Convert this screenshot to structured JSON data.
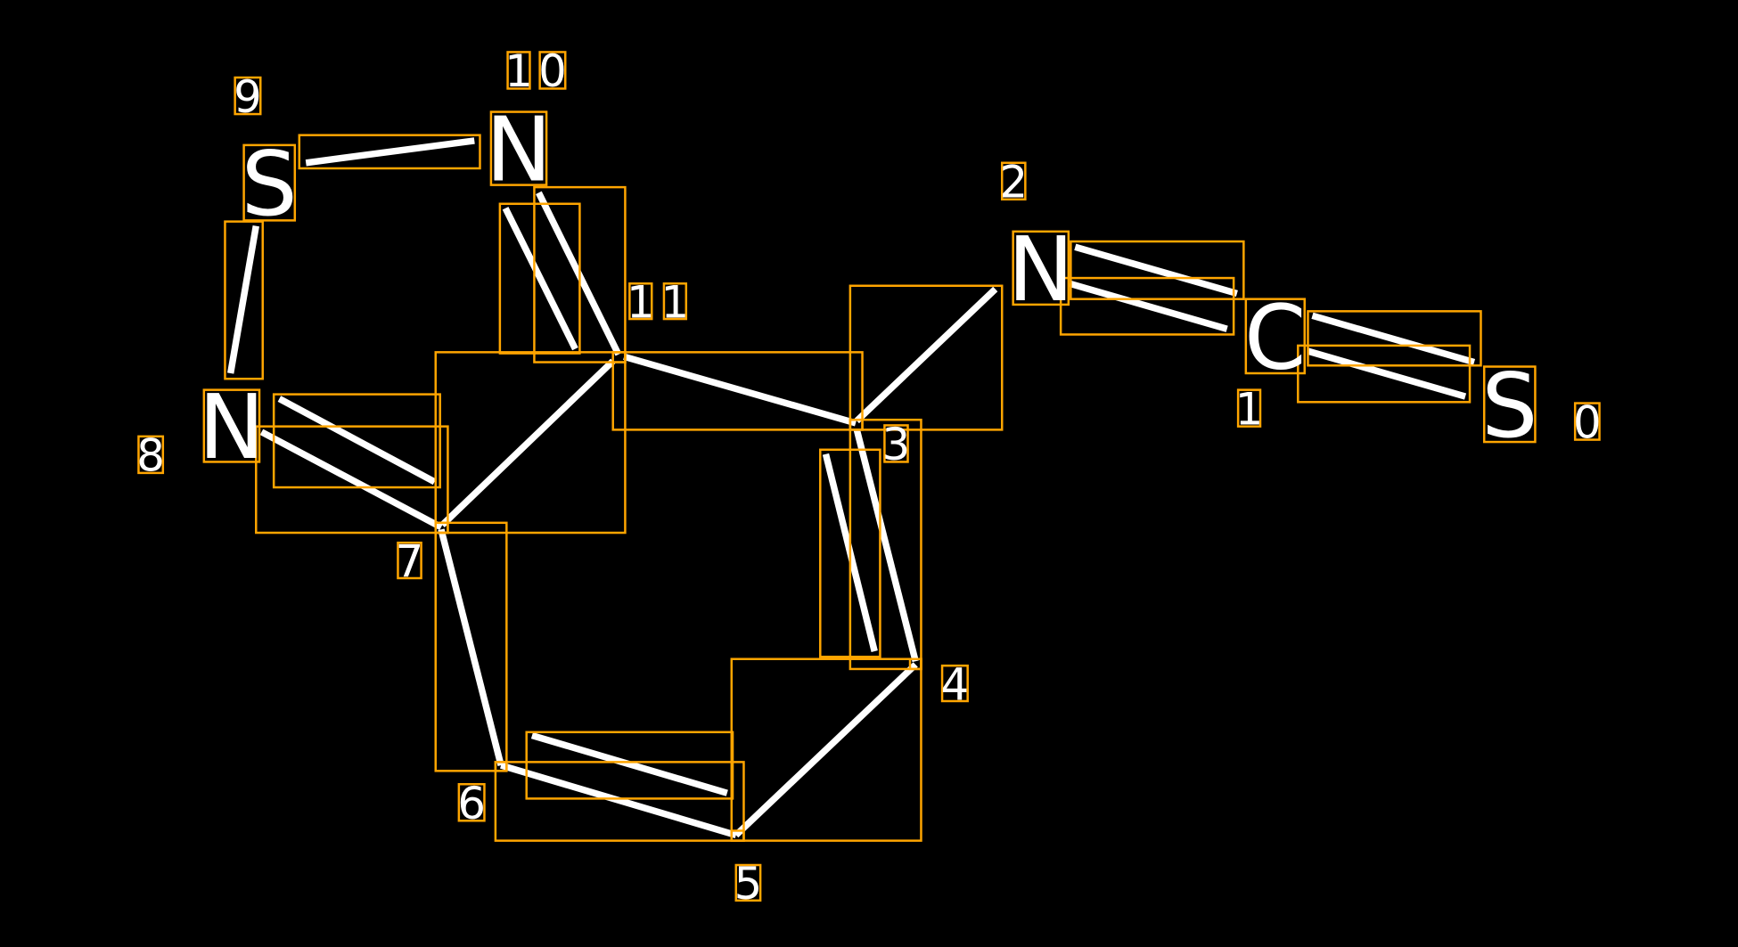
{
  "colors": {
    "background": "#000000",
    "bond": "#ffffff",
    "box": "#FFA500"
  },
  "atoms": [
    {
      "label": "S",
      "index": "9"
    },
    {
      "label": "N",
      "index": "10"
    },
    {
      "label": "N",
      "index": "8"
    },
    {
      "label": "N",
      "index": "2"
    },
    {
      "label": "C",
      "index": "1"
    },
    {
      "label": "S",
      "index": "0"
    }
  ],
  "carbon_indices": [
    "11",
    "3",
    "4",
    "5",
    "6",
    "7"
  ],
  "bonds": [
    {
      "from": "9",
      "to": "10",
      "order": 1
    },
    {
      "from": "9",
      "to": "8",
      "order": 1
    },
    {
      "from": "10",
      "to": "11",
      "order": 2
    },
    {
      "from": "11",
      "to": "7",
      "order": 1
    },
    {
      "from": "11",
      "to": "3",
      "order": 1
    },
    {
      "from": "3",
      "to": "2",
      "order": 1
    },
    {
      "from": "3",
      "to": "4",
      "order": 2
    },
    {
      "from": "4",
      "to": "5",
      "order": 1
    },
    {
      "from": "5",
      "to": "6",
      "order": 2
    },
    {
      "from": "6",
      "to": "7",
      "order": 1
    },
    {
      "from": "7",
      "to": "8",
      "order": 2
    },
    {
      "from": "2",
      "to": "1",
      "order": 2
    },
    {
      "from": "1",
      "to": "0",
      "order": 2
    }
  ]
}
